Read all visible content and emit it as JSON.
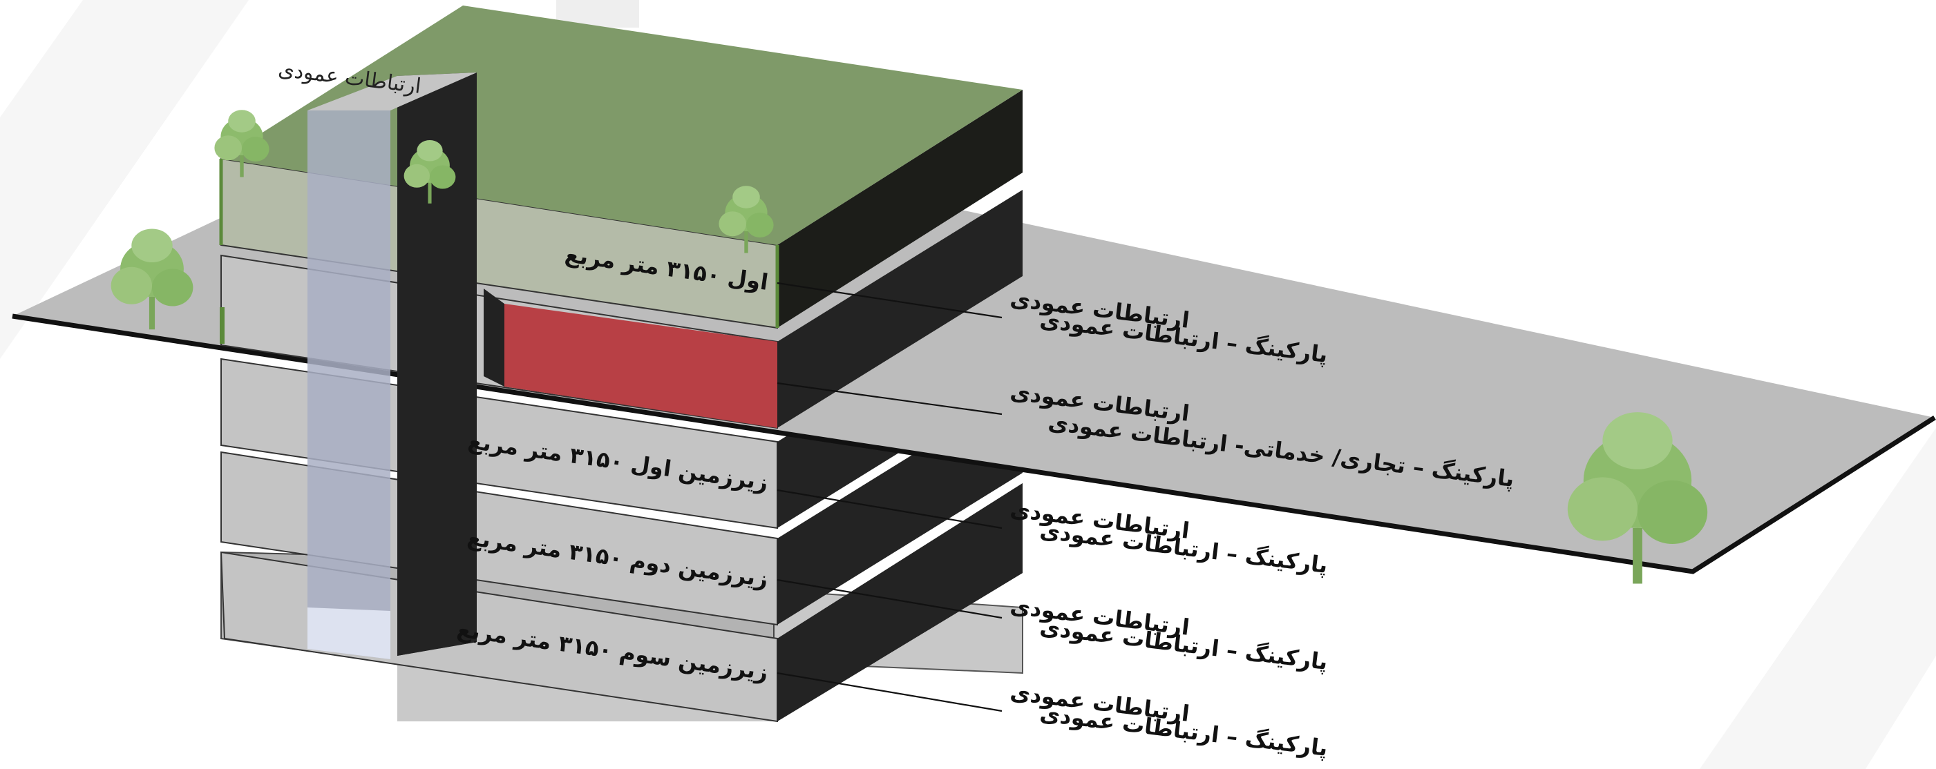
{
  "labels": {
    "vertical_access": "ارتباطات عمودی",
    "floor_first": "اول  ۳۱۵۰ متر مربع",
    "basement_1": "زیرزمین اول ۳۱۵۰ متر مربع",
    "basement_2": "زیرزمین دوم ۳۱۵۰ متر مربع",
    "basement_3": "زیرزمین سوم ۳۱۵۰ متر مربع"
  },
  "callouts": [
    {
      "line1": "ارتباطات عمودی",
      "line2": "پارکینگ  –  ارتباطات عمودی"
    },
    {
      "line1": "ارتباطات عمودی",
      "line2": "پارکینگ – تجاری/ خدماتی- ارتباطات عمودی"
    },
    {
      "line1": "ارتباطات عمودی",
      "line2": "پارکینگ  –  ارتباطات عمودی"
    },
    {
      "line1": "ارتباطات عمودی",
      "line2": "پارکینگ  –  ارتباطات عمودی"
    },
    {
      "line1": "ارتباطات عمودی",
      "line2": "پارکینگ  –  ارتباطات عمودی"
    }
  ],
  "colors": {
    "roof_green": "#7f9a69",
    "ground_plane": "#bdbdbd",
    "dark_face": "#232323",
    "commercial_red": "#b84045",
    "glass_core": "#a9afc4",
    "tree": "#8dbb6c"
  }
}
